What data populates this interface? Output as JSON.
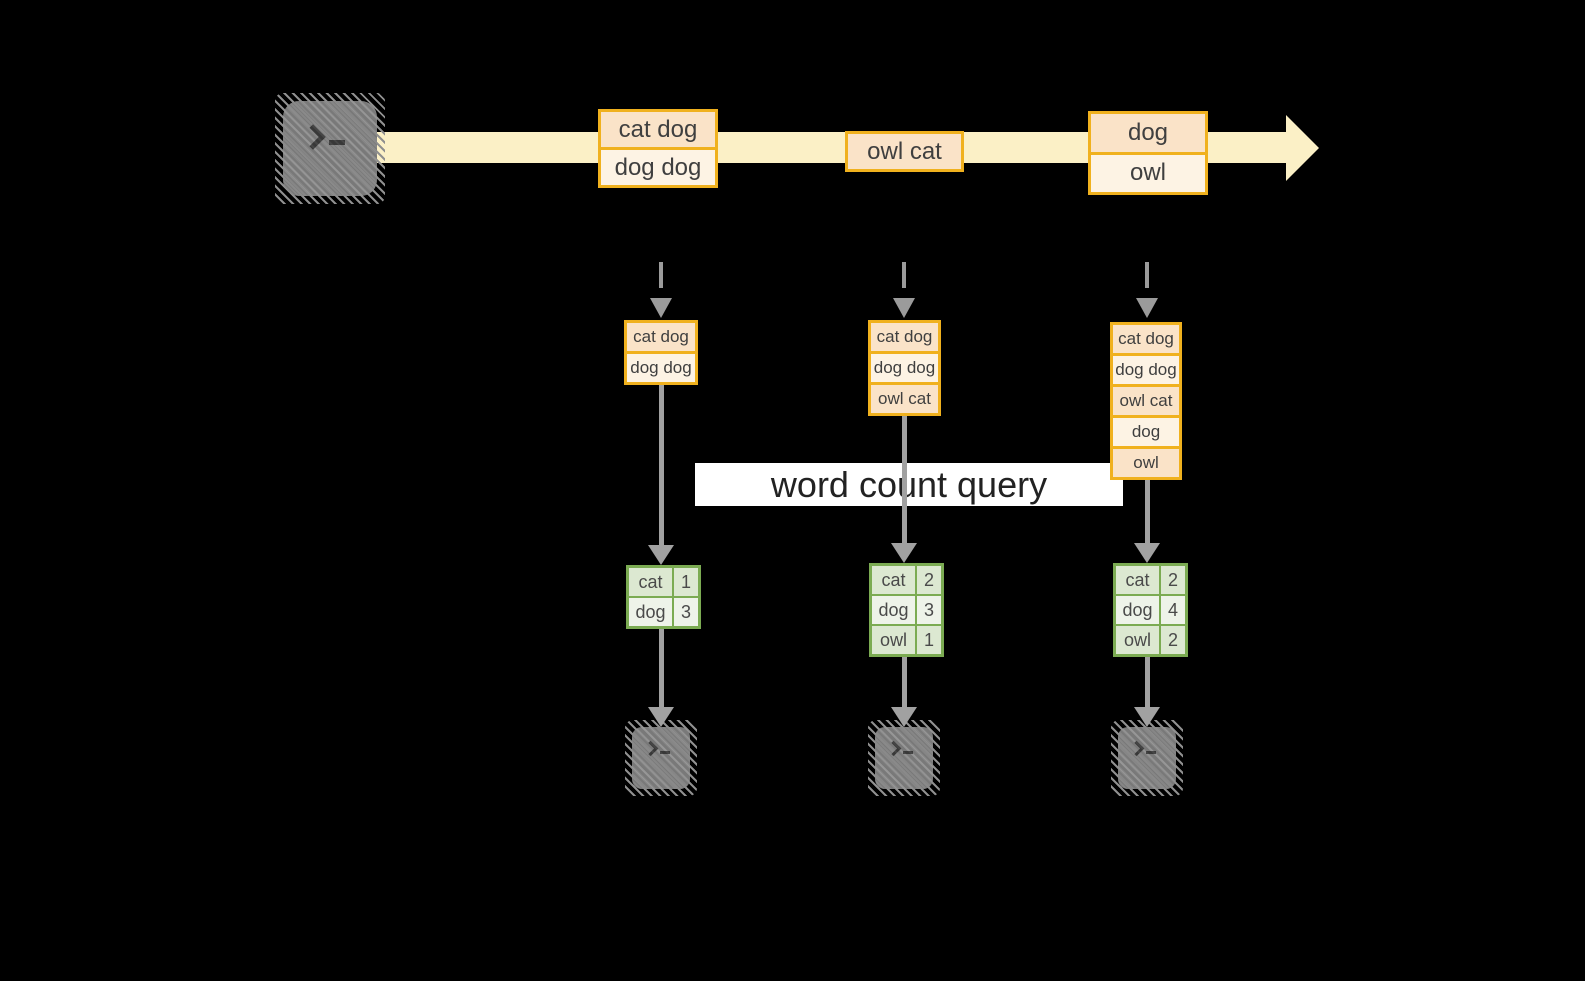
{
  "colors": {
    "background": "#000000",
    "stream_band": "#FBF0C6",
    "event_border": "#F0B11E",
    "event_cell_dark": "#FAE3C8",
    "event_cell_light": "#FDF3E4",
    "table_border": "#7BAB52",
    "table_cell_dark": "#DCE8D1",
    "table_cell_light": "#EEF3E9",
    "arrow_gray": "#A1A1A1",
    "terminal_gray": "#7E7E7E",
    "query_label_bg": "#FFFFFF"
  },
  "icons": {
    "terminal": "prompt-chevron-with-cursor"
  },
  "stream_events": [
    [
      "cat dog",
      "dog dog"
    ],
    [
      "owl cat"
    ],
    [
      "dog",
      "owl"
    ]
  ],
  "state_stacks": [
    [
      "cat dog",
      "dog dog"
    ],
    [
      "cat dog",
      "dog dog",
      "owl cat"
    ],
    [
      "cat dog",
      "dog dog",
      "owl cat",
      "dog",
      "owl"
    ]
  ],
  "query_label": "word count query",
  "count_tables": [
    [
      [
        "cat",
        "1"
      ],
      [
        "dog",
        "3"
      ]
    ],
    [
      [
        "cat",
        "2"
      ],
      [
        "dog",
        "3"
      ],
      [
        "owl",
        "1"
      ]
    ],
    [
      [
        "cat",
        "2"
      ],
      [
        "dog",
        "4"
      ],
      [
        "owl",
        "2"
      ]
    ]
  ]
}
